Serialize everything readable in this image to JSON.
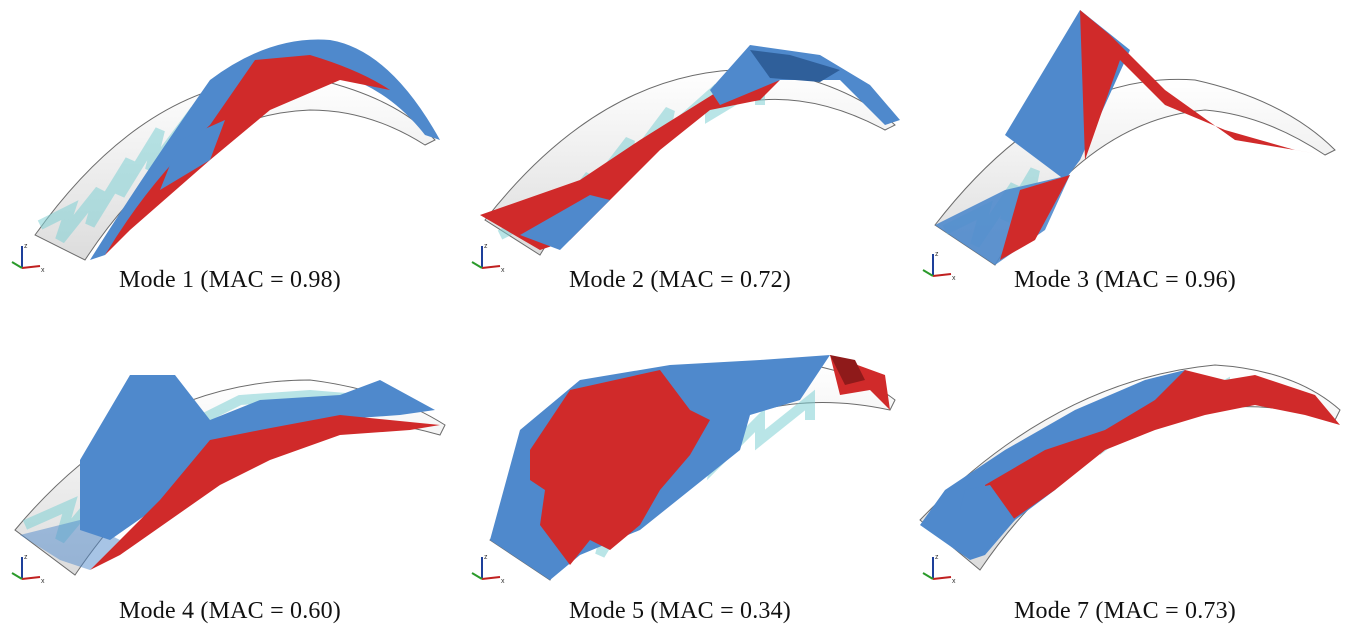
{
  "panels": [
    {
      "caption": "Mode 1 (MAC = 0.98)"
    },
    {
      "caption": "Mode 2 (MAC = 0.72)"
    },
    {
      "caption": "Mode 3 (MAC = 0.96)"
    },
    {
      "caption": "Mode 4 (MAC = 0.60)"
    },
    {
      "caption": "Mode 5 (MAC = 0.34)"
    },
    {
      "caption": "Mode 7 (MAC = 0.73)"
    }
  ],
  "axis": {
    "z": "z",
    "x": "x"
  },
  "colors": {
    "red": "#d02a2a",
    "blue": "#4f89cc",
    "darkblue": "#2f5f9a",
    "teal": "#bfe8ea",
    "outline": "#6b6b6b"
  }
}
